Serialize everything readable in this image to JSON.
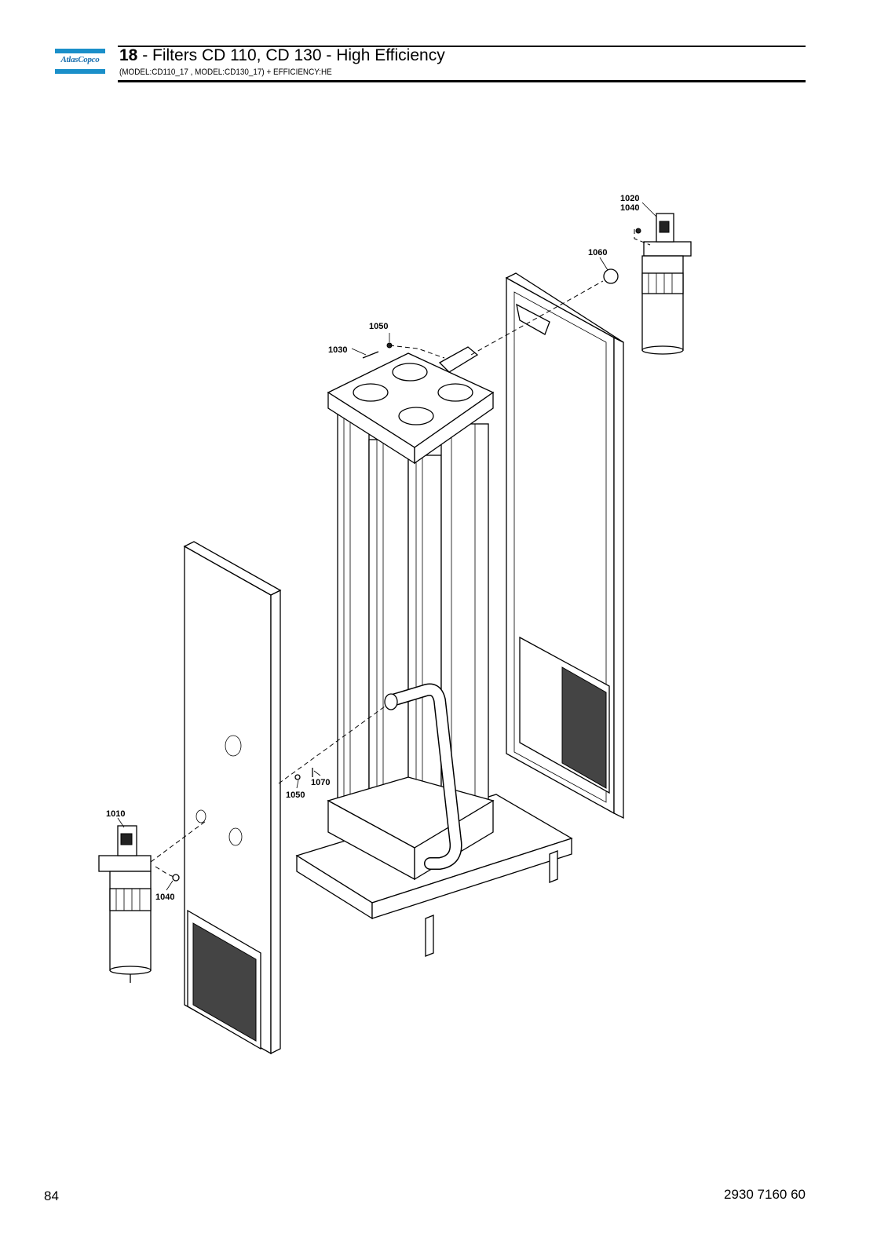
{
  "header": {
    "logo_text": "AtlasCopco",
    "section_number": "18",
    "title": " - Filters CD 110, CD 130 - High Efficiency",
    "subtitle": "(MODEL:CD110_17 , MODEL:CD130_17) + EFFICIENCY:HE"
  },
  "callouts": {
    "c1020": "1020",
    "c1040_top": "1040",
    "c1060": "1060",
    "c1050_top": "1050",
    "c1030": "1030",
    "c1070": "1070",
    "c1050_bottom": "1050",
    "c1010": "1010",
    "c1040_bottom": "1040"
  },
  "footer": {
    "page_number": "84",
    "document_number": "2930 7160 60"
  }
}
